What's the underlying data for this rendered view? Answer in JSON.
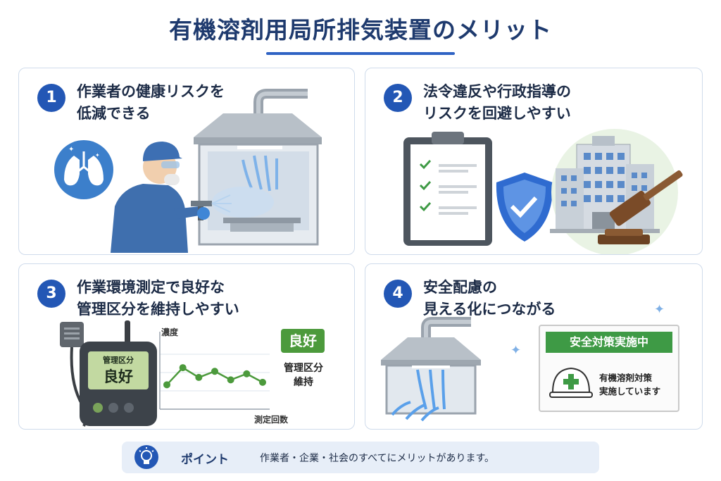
{
  "title": "有機溶剤用局所排気装置のメリット",
  "cards": [
    {
      "number": "1",
      "title_lines": [
        "作業者の健康リスクを",
        "低減できる"
      ]
    },
    {
      "number": "2",
      "title_lines": [
        "法令違反や行政指導の",
        "リスクを回避しやすい"
      ]
    },
    {
      "number": "3",
      "title_lines": [
        "作業環境測定で良好な",
        "管理区分を維持しやすい"
      ]
    },
    {
      "number": "4",
      "title_lines": [
        "安全配慮の",
        "見える化につながる"
      ]
    }
  ],
  "meter": {
    "line1": "管理区分",
    "line2": "良好"
  },
  "chart_data": {
    "type": "line",
    "ylabel": "濃度",
    "xlabel": "測定回数",
    "x": [
      1,
      2,
      3,
      4,
      5,
      6,
      7
    ],
    "values": [
      2.0,
      3.4,
      2.6,
      3.1,
      2.4,
      2.9,
      2.2
    ],
    "ylim": [
      0,
      6
    ],
    "grid": true,
    "color": "#4c9a3c"
  },
  "badge": {
    "label": "良好"
  },
  "side_label": [
    "管理区分",
    "維持"
  ],
  "sign": {
    "header": "安全対策実施中",
    "lines": [
      "有機溶剤対策",
      "実施しています"
    ]
  },
  "point": {
    "label": "ポイント",
    "text": "作業者・企業・社会のすべてにメリットがあります。"
  },
  "colors": {
    "accent": "#2357b5",
    "green": "#4c9a3c",
    "panel": "#e7eef8"
  }
}
